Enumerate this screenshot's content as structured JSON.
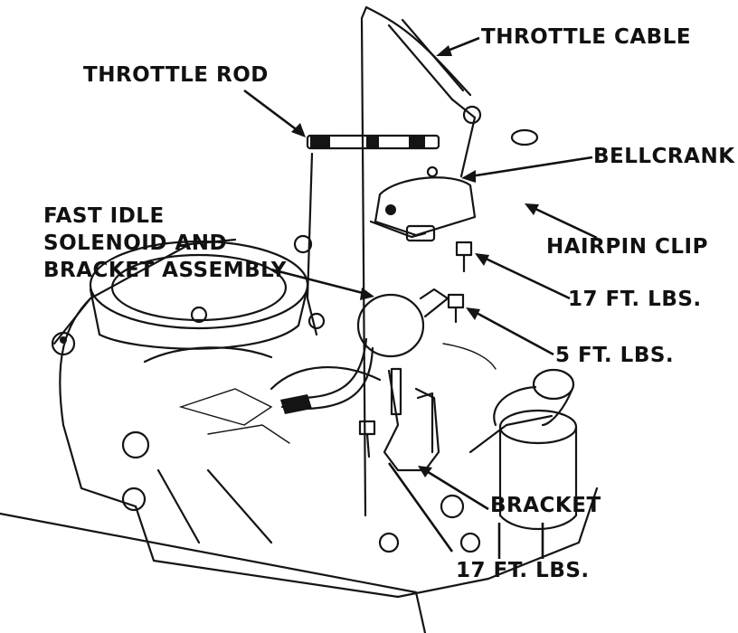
{
  "labels": {
    "throttle_cable": "THROTTLE CABLE",
    "throttle_rod": "THROTTLE ROD",
    "bellcrank": "BELLCRANK",
    "fast_idle_line1": "FAST IDLE",
    "fast_idle_line2": "SOLENOID AND",
    "fast_idle_line3": "BRACKET ASSEMBLY",
    "hairpin_clip": "HAIRPIN CLIP",
    "torque_17_upper": "17 FT.  LBS.",
    "torque_5": "5 FT.  LBS.",
    "bracket": "BRACKET",
    "torque_17_lower": "17 FT.  LBS."
  },
  "colors": {
    "ink": "#141414",
    "paper": "#ffffff"
  }
}
